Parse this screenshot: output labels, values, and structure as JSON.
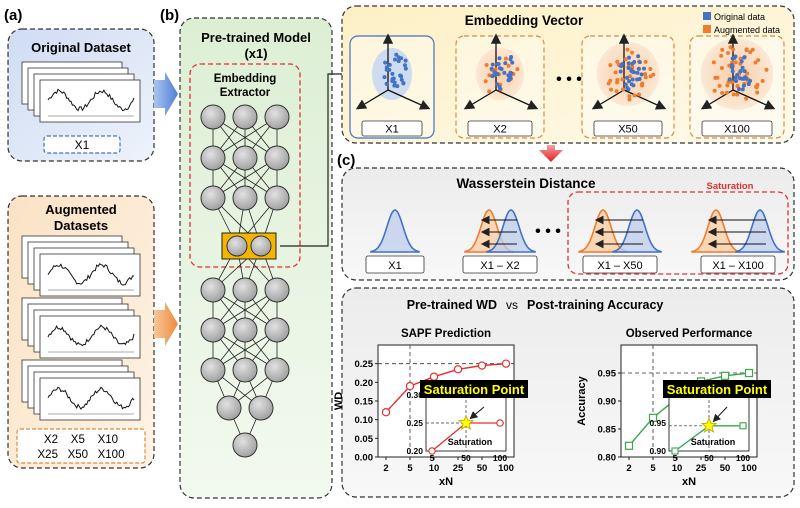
{
  "panels": {
    "a_label": "(a)",
    "b_label": "(b)",
    "c_label": "(c)"
  },
  "original": {
    "title": "Original Dataset",
    "box_label": "X1"
  },
  "augmented": {
    "title_line1": "Augmented",
    "title_line2": "Datasets",
    "labels_row1": "X2    X5    X10",
    "labels_row2": "X25   X50   X100"
  },
  "model": {
    "title_line1": "Pre-trained Model",
    "title_line2": "(x1)",
    "extractor_line1": "Embedding",
    "extractor_line2": "Extractor"
  },
  "embedding": {
    "title": "Embedding Vector",
    "legend": [
      "Original data",
      "Augmented data"
    ],
    "boxes": [
      "X1",
      "X2",
      "X50",
      "X100"
    ],
    "ellipsis": "• • •"
  },
  "wasserstein": {
    "title": "Wasserstein Distance",
    "saturation_label": "Saturation",
    "boxes": [
      "X1",
      "X1 – X2",
      "X1 – X50",
      "X1 – X100"
    ],
    "ellipsis": "• • •"
  },
  "comparison": {
    "title_left": "Pre-trained WD",
    "title_vs": "vs",
    "title_right": "Post-training Accuracy"
  },
  "colors": {
    "original": "#4472c4",
    "augmented": "#ed7d31",
    "wd_line": "#e03030",
    "acc_line": "#3aa84a",
    "highlight": "#ffff00"
  },
  "chart_data": [
    {
      "type": "line",
      "title": "SAPF Prediction",
      "xlabel": "xN",
      "ylabel": "WD",
      "x": [
        "2",
        "5",
        "10",
        "25",
        "50",
        "100"
      ],
      "y": [
        0.12,
        0.19,
        0.215,
        0.235,
        0.245,
        0.25
      ],
      "ylim": [
        0.0,
        0.3
      ],
      "yticks": [
        "0.00",
        "0.05",
        "0.10",
        "0.15",
        "0.20",
        "0.25"
      ],
      "inset": {
        "x": [
          "5",
          "50",
          "100"
        ],
        "y": [
          0.2,
          0.25,
          0.25
        ],
        "ylim": [
          0.2,
          0.3
        ],
        "yticks": [
          "0.20",
          "0.25",
          "0.30"
        ],
        "callout": "Saturation Point",
        "annotation": "Saturation"
      }
    },
    {
      "type": "line",
      "title": "Observed Performance",
      "xlabel": "xN",
      "ylabel": "Accuracy",
      "x": [
        "2",
        "5",
        "10",
        "25",
        "50",
        "100"
      ],
      "y": [
        0.82,
        0.87,
        0.905,
        0.935,
        0.945,
        0.95
      ],
      "ylim": [
        0.8,
        1.0
      ],
      "yticks": [
        "0.80",
        "0.85",
        "0.90",
        "0.95"
      ],
      "inset": {
        "x": [
          "5",
          "50",
          "100"
        ],
        "y": [
          0.9,
          0.945,
          0.945
        ],
        "ylim": [
          0.9,
          1.0
        ],
        "yticks": [
          "0.90",
          "0.95"
        ],
        "callout": "Saturation Point",
        "annotation": "Saturation"
      }
    }
  ]
}
